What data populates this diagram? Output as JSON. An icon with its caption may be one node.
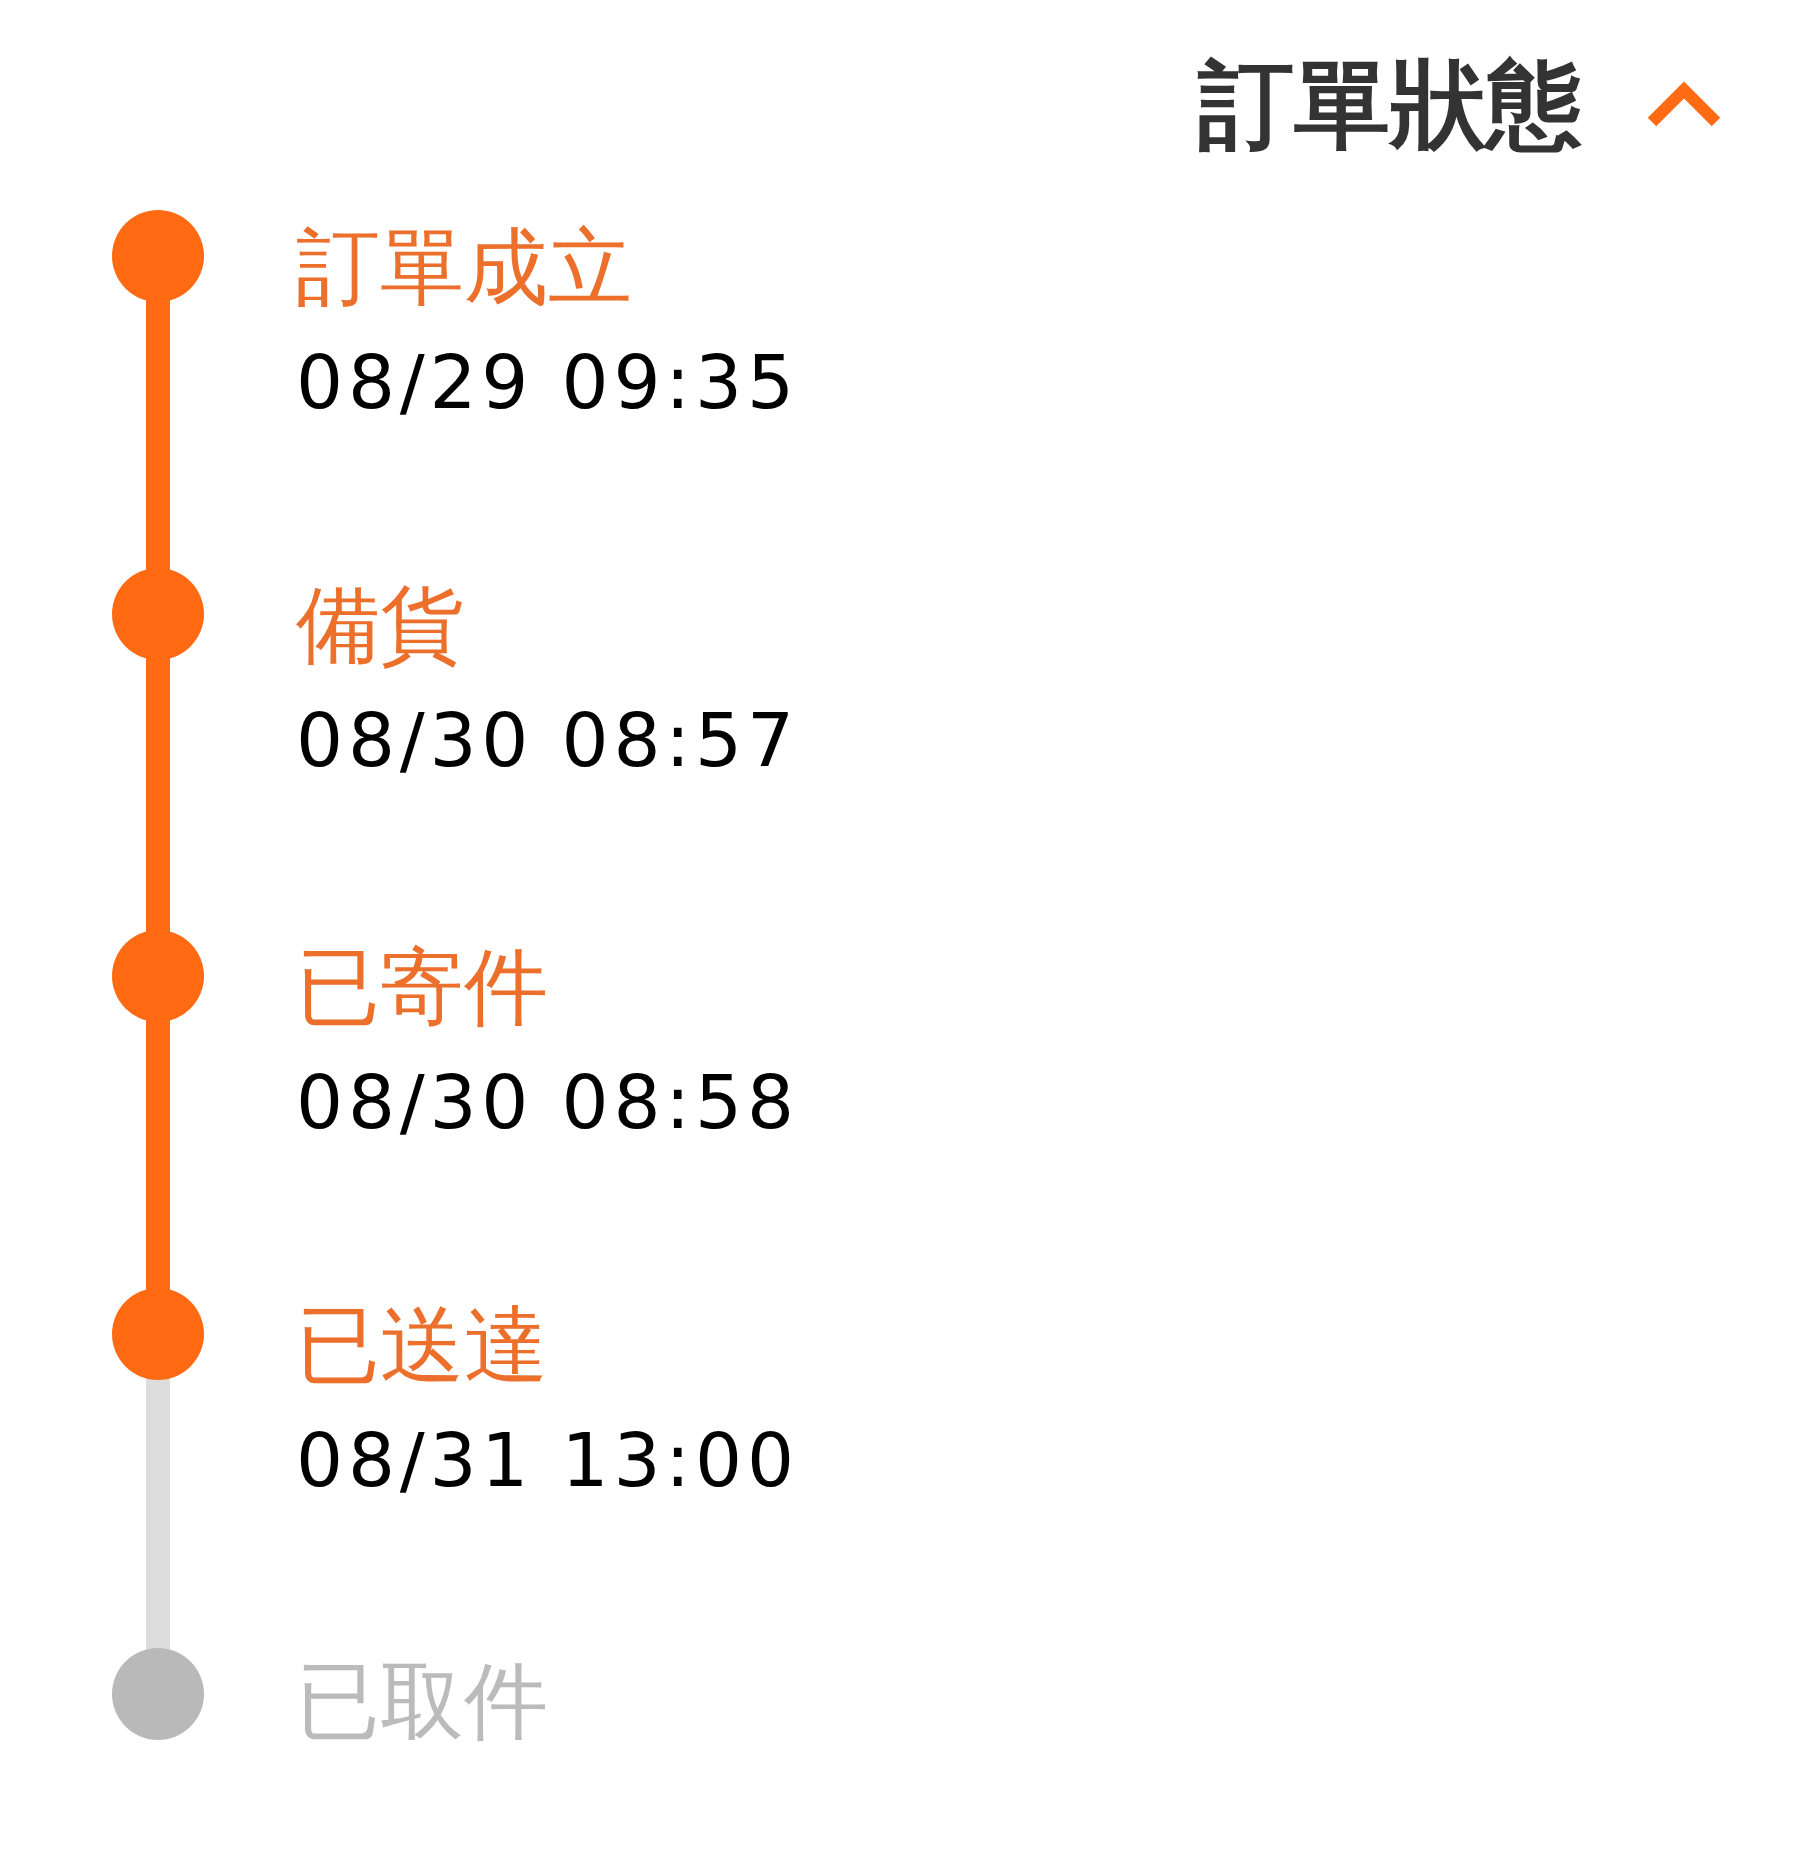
{
  "diagram": {
    "title": "訂單狀態",
    "nodes": [
      {
        "text": [],
        "shape": "circle",
        "beside": [
          "訂單成立",
          "08/29 09:35"
        ]
      },
      {
        "text": [],
        "shape": "circle",
        "beside": [
          "備貨",
          "08/30 08:57"
        ]
      },
      {
        "text": [],
        "shape": "circle",
        "beside": [
          "已寄件",
          "08/30 08:58"
        ]
      },
      {
        "text": [],
        "shape": "circle",
        "beside": [
          "已送達",
          "08/31 13:00"
        ]
      },
      {
        "text": [],
        "shape": "circle",
        "beside": [
          "已取件"
        ]
      }
    ],
    "edges": [
      {
        "from": 0,
        "to": 1,
        "arrow": "none"
      },
      {
        "from": 1,
        "to": 2,
        "arrow": "none"
      },
      {
        "from": 2,
        "to": 3,
        "arrow": "none"
      },
      {
        "from": 3,
        "to": 4,
        "arrow": "none",
        "color": "#dddddd"
      }
    ]
  }
}
